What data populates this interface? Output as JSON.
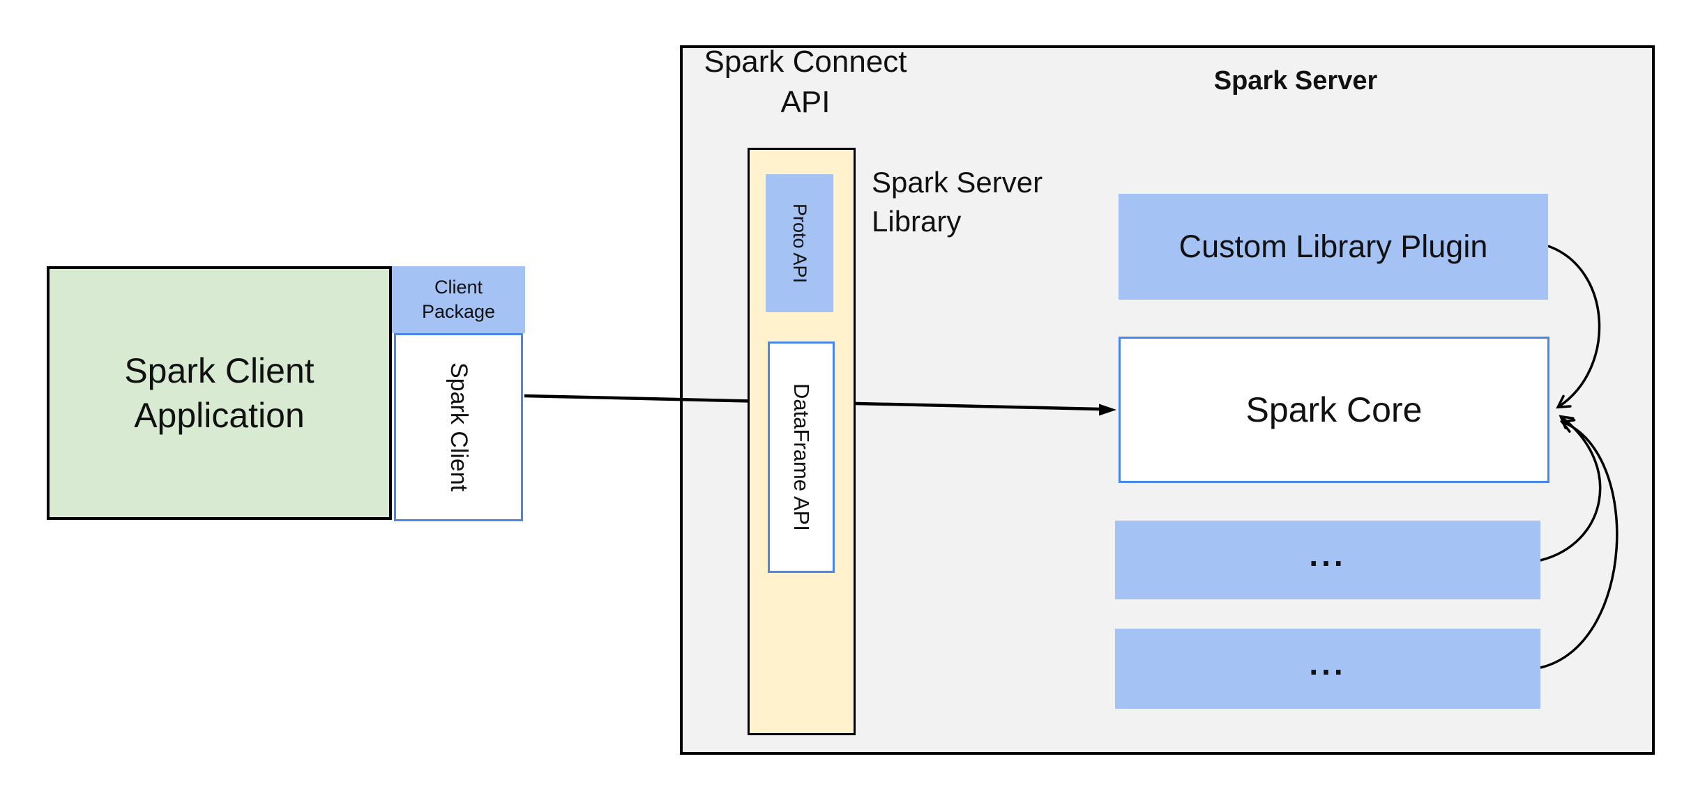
{
  "colors": {
    "page_background": "#ffffff",
    "server_panel_fill": "#f2f2f3",
    "green_fill": "#d9ead3",
    "blue_fill": "#a4c2f4",
    "yellow_fill": "#fff2cc",
    "blue_border": "#4a86e8",
    "line_color": "#000000"
  },
  "labels": {
    "spark_connect_api": {
      "line1": "Spark Connect",
      "line2": "API"
    },
    "spark_server_title": "Spark Server",
    "spark_server_library": {
      "line1": "Spark Server",
      "line2": "Library"
    }
  },
  "client": {
    "application": {
      "line1": "Spark Client",
      "line2": "Application"
    },
    "package": {
      "line1": "Client",
      "line2": "Package"
    },
    "spark_client": "Spark Client"
  },
  "connect": {
    "proto_api": "Proto API",
    "dataframe_api": "DataFrame API"
  },
  "server": {
    "custom_plugin": "Custom Library Plugin",
    "spark_core": "Spark Core",
    "more_top": "...",
    "more_bottom": "..."
  }
}
